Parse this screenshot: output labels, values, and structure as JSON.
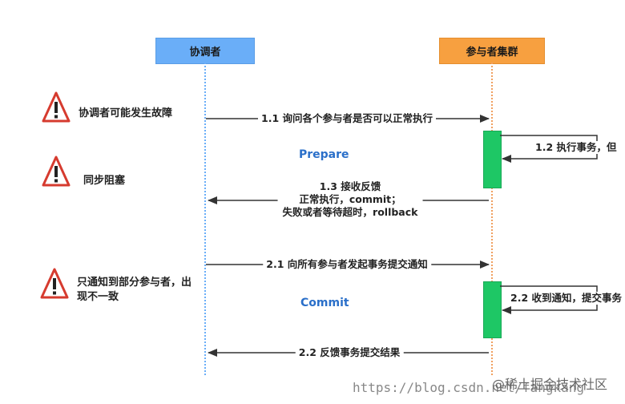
{
  "participants": {
    "coordinator": "协调者",
    "cluster": "参与者集群"
  },
  "colors": {
    "coordinator_box": "#6aaef8",
    "cluster_box": "#f7a040",
    "coordinator_line": "#6aaef8",
    "cluster_line": "#f0a060",
    "activation": "#1ec765",
    "phase_text": "#2a6fc9",
    "warning_red": "#d63b2f"
  },
  "phases": {
    "prepare": "Prepare",
    "commit": "Commit"
  },
  "messages": {
    "m1_1": "1.1 询问各个参与者是否可以正常执行",
    "m1_2": "1.2 执行事务，但",
    "m1_3_line1": "1.3 接收反馈",
    "m1_3_line2": "正常执行，commit；",
    "m1_3_line3": "失败或者等待超时，rollback",
    "m2_1": "2.1 向所有参与者发起事务提交通知",
    "m2_2a": "2.2 收到通知，提交事务",
    "m2_2b": "2.2 反馈事务提交结果"
  },
  "warnings": {
    "w1": "协调者可能发生故障",
    "w2": "同步阻塞",
    "w3_line1": "只通知到部分参与者，出",
    "w3_line2": "现不一致"
  },
  "watermark": {
    "url": "https://blog.csdn.net/fangkang",
    "juejin": "@稀土掘金技术社区"
  }
}
